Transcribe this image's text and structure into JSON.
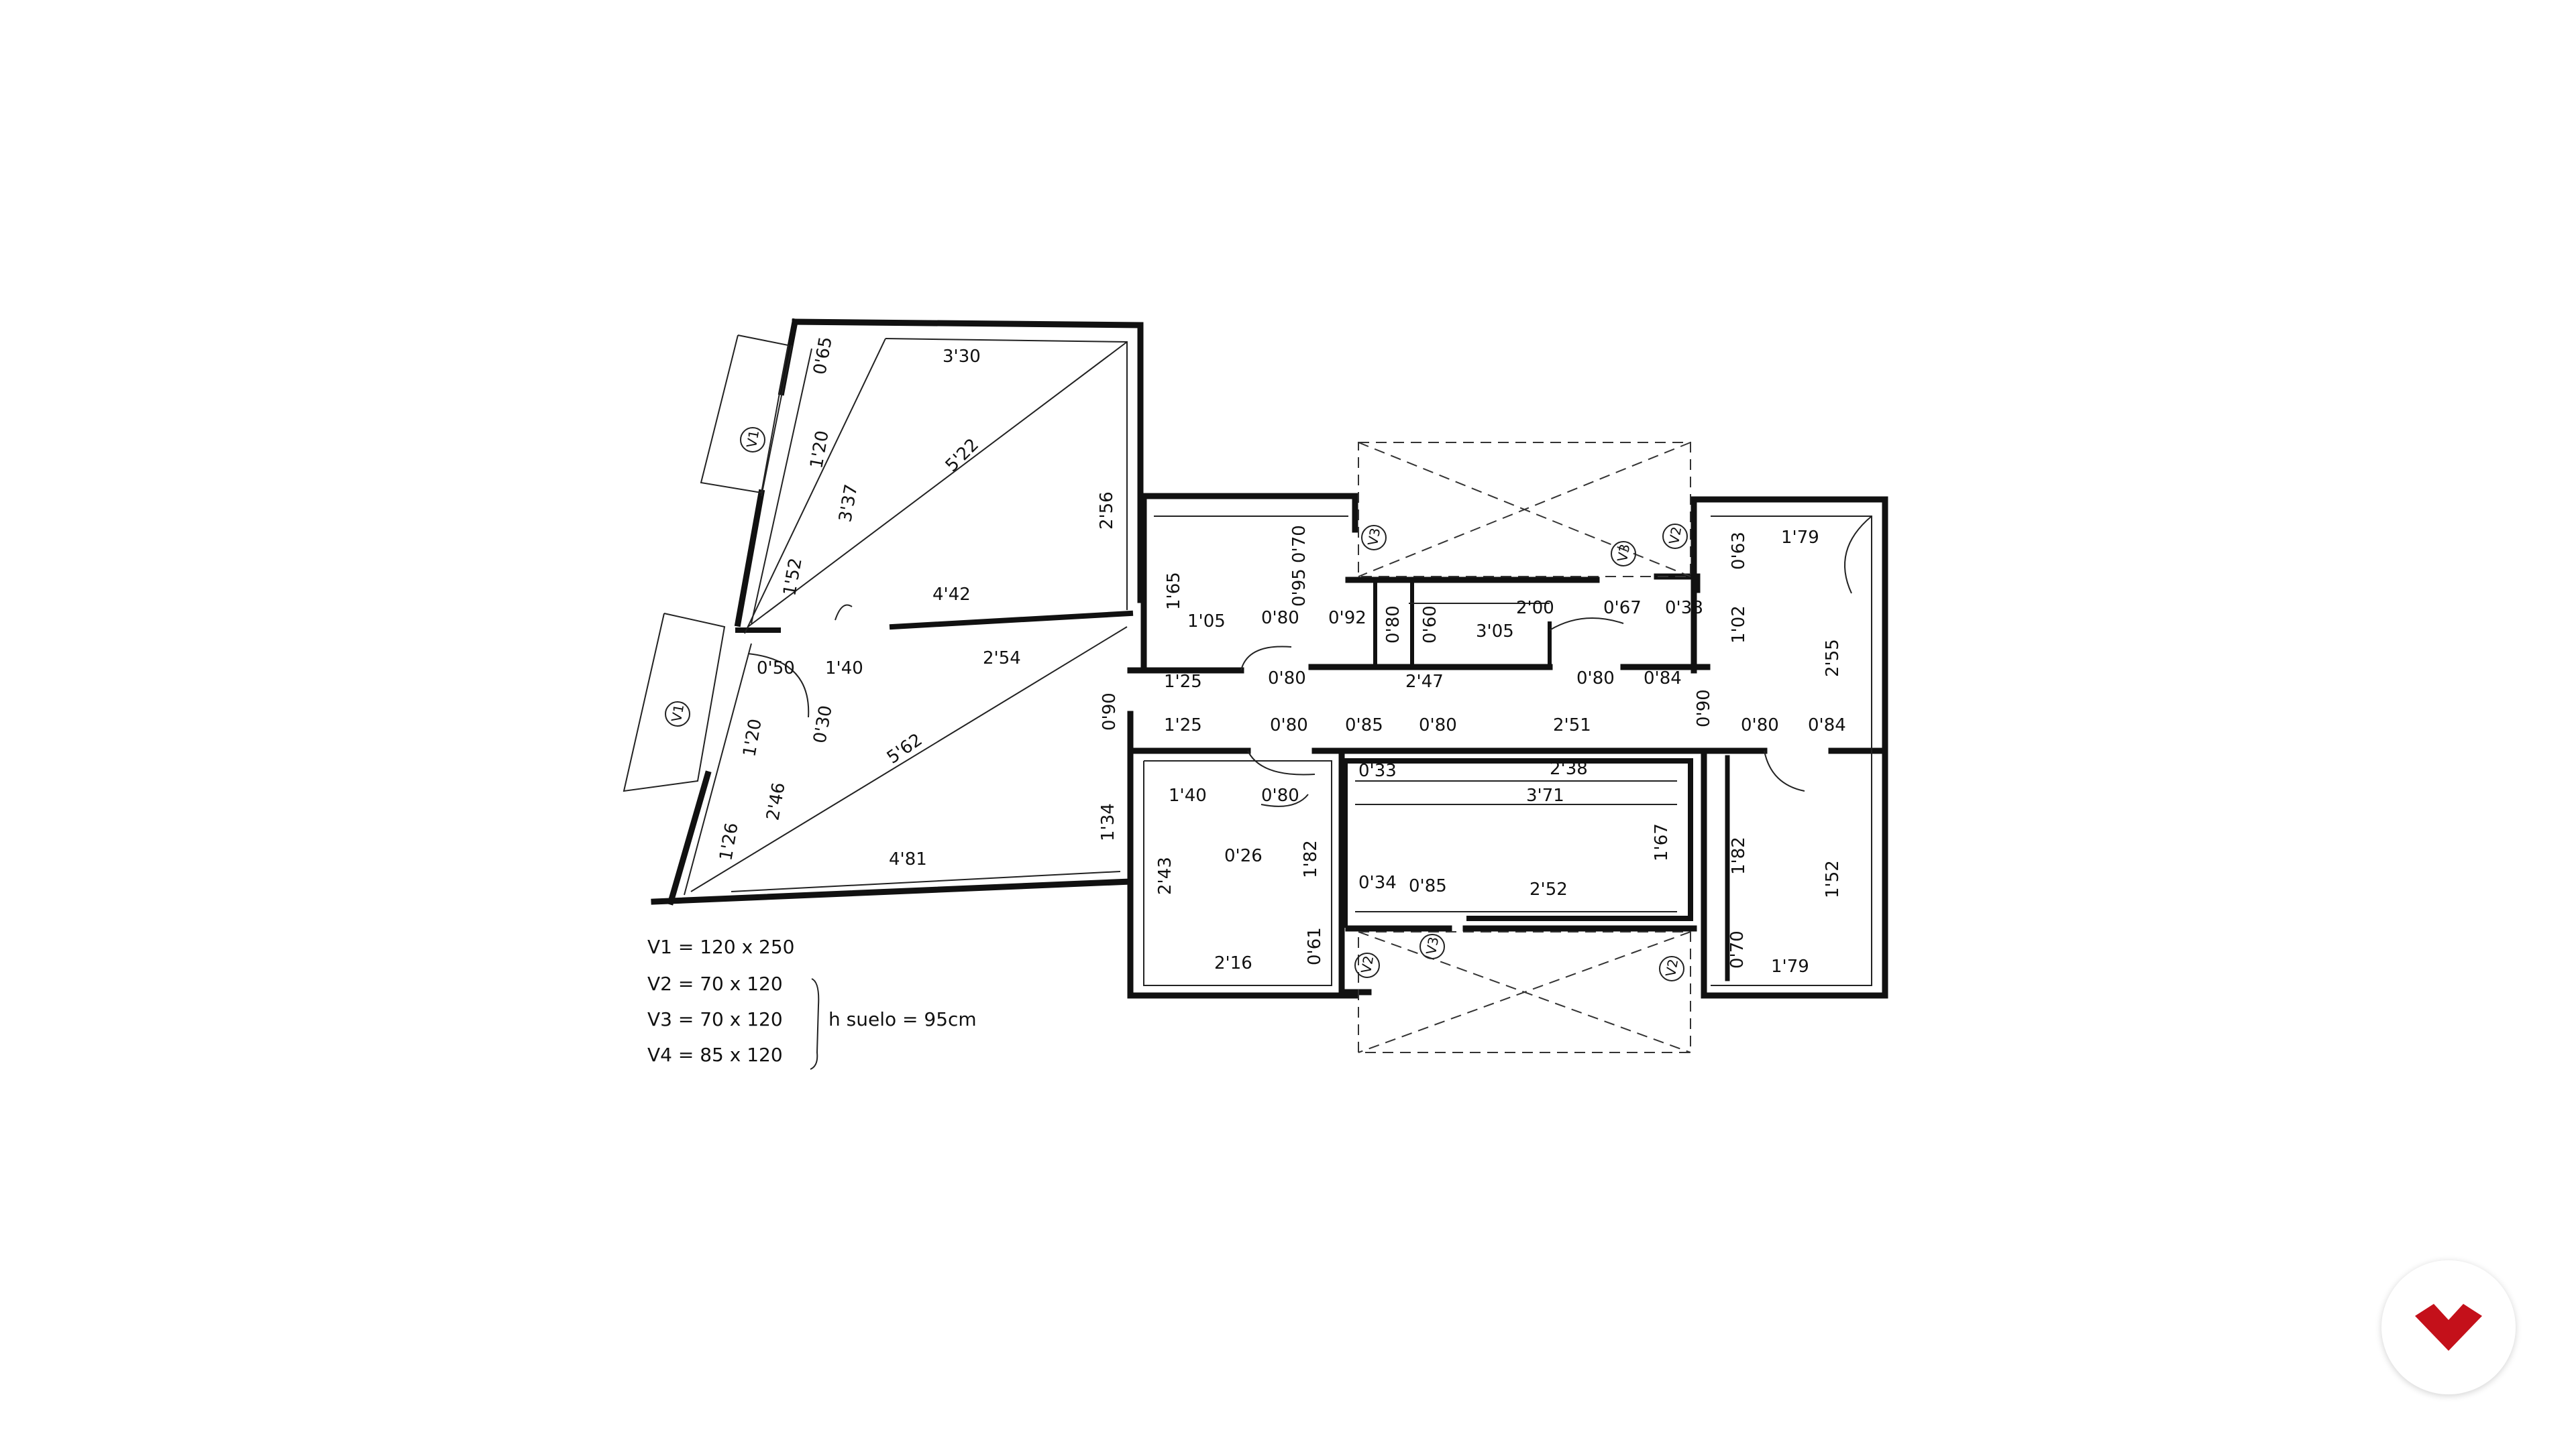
{
  "plan": {
    "dimensions": {
      "d_0_65": "0'65",
      "d_3_30": "3'30",
      "d_1_20_top": "1'20",
      "d_5_22": "5'22",
      "d_3_37": "3'37",
      "d_2_56": "2'56",
      "d_1_52": "1'52",
      "d_4_42": "4'42",
      "d_0_50": "0'50",
      "d_1_40": "1'40",
      "d_2_54": "2'54",
      "d_0_30": "0'30",
      "d_1_20_bot": "1'20",
      "d_5_62": "5'62",
      "d_2_46": "2'46",
      "d_1_26": "1'26",
      "d_4_81": "4'81",
      "d_1_34": "1'34",
      "d_0_90_left": "0'90",
      "d_0_70": "0'70",
      "d_0_95": "0'95",
      "d_1_65": "1'65",
      "d_1_05": "1'05",
      "d_0_80_a": "0'80",
      "d_0_92": "0'92",
      "d_0_80_v": "0'80",
      "d_0_60_v": "0'60",
      "d_2_00": "2'00",
      "d_3_05": "3'05",
      "d_0_67": "0'67",
      "d_0_38": "0'38",
      "d_1_25_a": "1'25",
      "d_0_80_b": "0'80",
      "d_2_47": "2'47",
      "d_0_80_c": "0'80",
      "d_0_84_a": "0'84",
      "d_0_90_mid": "0'90",
      "d_1_79_top": "1'79",
      "d_0_63": "0'63",
      "d_1_02": "1'02",
      "d_2_55": "2'55",
      "d_1_25_b": "1'25",
      "d_0_80_d": "0'80",
      "d_0_85_a": "0'85",
      "d_0_80_e": "0'80",
      "d_2_51": "2'51",
      "d_0_80_f": "0'80",
      "d_0_84_b": "0'84",
      "d_0_33": "0'33",
      "d_2_38": "2'38",
      "d_1_40_b": "1'40",
      "d_0_80_g": "0'80",
      "d_3_71": "3'71",
      "d_0_26": "0'26",
      "d_1_67": "1'67",
      "d_2_43": "2'43",
      "d_1_82_a": "1'82",
      "d_1_82_b": "1'82",
      "d_1_52_b": "1'52",
      "d_0_34": "0'34",
      "d_0_85_b": "0'85",
      "d_2_52": "2'52",
      "d_2_16": "2'16",
      "d_0_61": "0'61",
      "d_0_70_b": "0'70",
      "d_1_79_bot": "1'79"
    },
    "window_tags": {
      "v1_top": "V1",
      "v1_bot": "V1",
      "v3_a": "V3",
      "v3_b": "V3",
      "v2_a": "V2",
      "v2_b": "V2",
      "v3_c": "V3",
      "v2_c": "V2"
    }
  },
  "legend": {
    "v1": "V1 = 120 x 250",
    "v2": "V2 = 70 x 120",
    "v3": "V3 = 70 x 120",
    "v4": "V4 = 85 x 120",
    "sill": "h suelo = 95cm"
  },
  "logo": {
    "icon": "brand-logo-icon",
    "color": "#c4101a"
  }
}
